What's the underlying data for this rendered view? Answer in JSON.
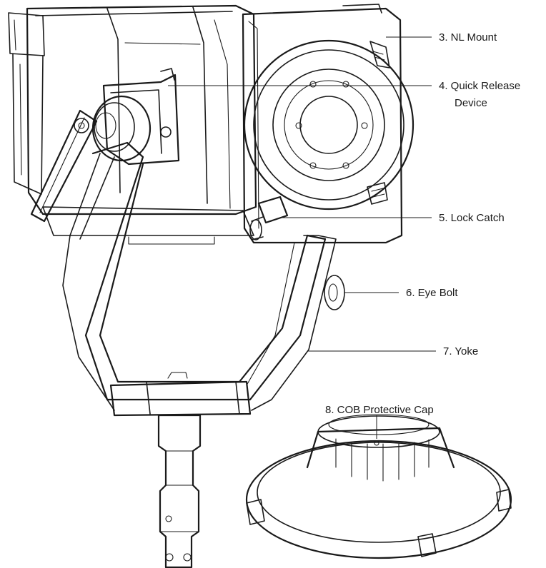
{
  "colors": {
    "line": "#1a1a1a",
    "background": "#ffffff"
  },
  "callouts": [
    {
      "id": "nl-mount",
      "label": "3. NL Mount"
    },
    {
      "id": "quick-release",
      "label": "4. Quick Release",
      "label_line2": "Device"
    },
    {
      "id": "lock-catch",
      "label": "5. Lock Catch"
    },
    {
      "id": "eye-bolt",
      "label": "6. Eye Bolt"
    },
    {
      "id": "yoke",
      "label": "7. Yoke"
    },
    {
      "id": "cob-cap",
      "label": "8. COB Protective Cap"
    }
  ]
}
